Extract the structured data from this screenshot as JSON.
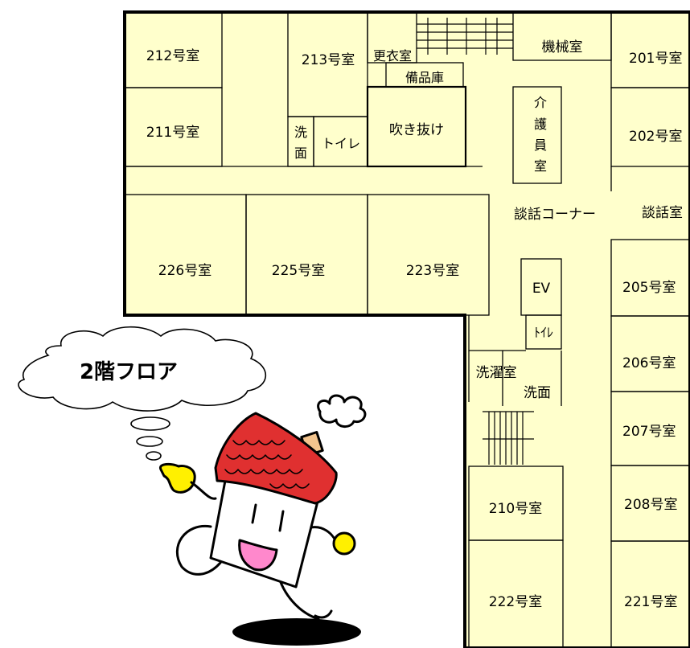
{
  "colors": {
    "floor_fill": "#FFFFCC",
    "wall_stroke": "#000000",
    "roof_red": "#E03030",
    "hand_yellow": "#FFF000",
    "mouth_pink": "#FF88CC",
    "chimney_tan": "#F2C48E"
  },
  "callout": {
    "title": "2階フロア"
  },
  "rooms": {
    "r212": "212号室",
    "r211": "211号室",
    "r213": "213号室",
    "locker": "更衣室",
    "storage": "備品庫",
    "machine": "機械室",
    "r201": "201号室",
    "r202": "202号室",
    "atrium": "吹き抜け",
    "wash_top_1": "洗",
    "wash_top_2": "面",
    "toilet_top": "トイレ",
    "caregiver_1": "介",
    "caregiver_2": "護",
    "caregiver_3": "員",
    "caregiver_4": "室",
    "lounge_corner": "談話コーナー",
    "lounge_room": "談話室",
    "r226": "226号室",
    "r225": "225号室",
    "r223": "223号室",
    "ev": "EV",
    "toilet_mid": "ﾄｲﾚ",
    "r205": "205号室",
    "r206": "206号室",
    "laundry": "洗濯室",
    "wash_mid": "洗面",
    "r207": "207号室",
    "r208": "208号室",
    "r210": "210号室",
    "r222": "222号室",
    "r221": "221号室"
  }
}
